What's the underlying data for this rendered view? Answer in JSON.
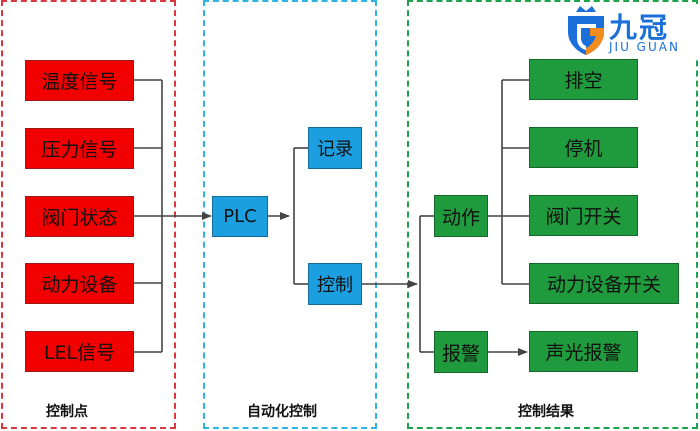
{
  "logo": {
    "brand_cn": "九冠",
    "brand_en": "JIU GUAN",
    "icon": "shield-crown-g-icon",
    "colors": {
      "primary": "#1b6fd8",
      "accent": "#f28c1e"
    }
  },
  "groups": {
    "control_points": {
      "label": "控制点",
      "color": "#d9363e",
      "nodes": [
        "温度信号",
        "压力信号",
        "阀门状态",
        "动力设备",
        "LEL信号"
      ]
    },
    "automation": {
      "label": "自动化控制",
      "color": "#2fb3e0",
      "nodes": {
        "plc": "PLC",
        "record": "记录",
        "control": "控制"
      }
    },
    "results": {
      "label": "控制结果",
      "color": "#1fa34a",
      "nodes": {
        "action": "动作",
        "alarm": "报警",
        "exhaust": "排空",
        "shutdown": "停机",
        "valve_switch": "阀门开关",
        "power_switch": "动力设备开关",
        "sound_light_alarm": "声光报警"
      }
    }
  },
  "colors": {
    "node_red": "#f20000",
    "node_blue": "#1c9fe0",
    "node_green": "#1f9a3c",
    "line": "#444444"
  }
}
